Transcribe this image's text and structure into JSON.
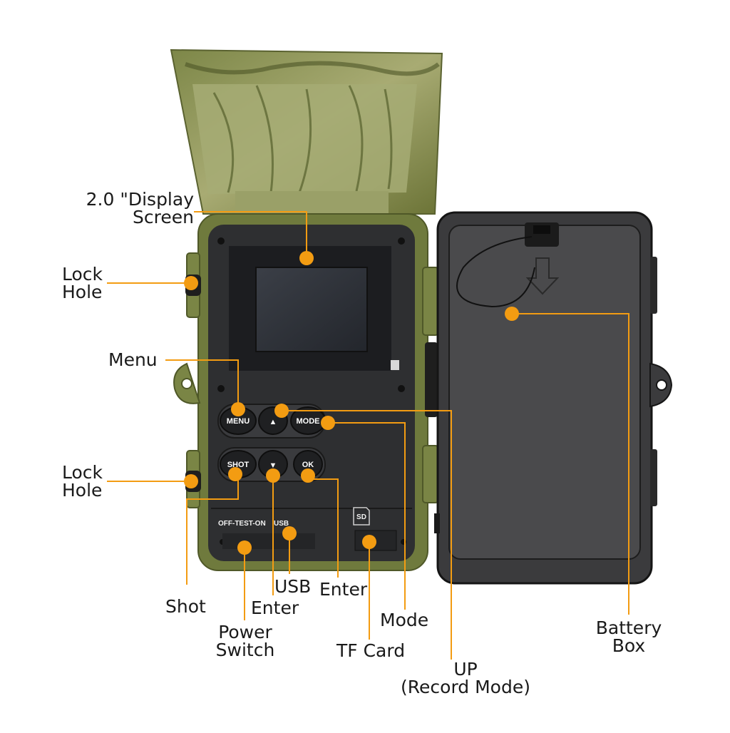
{
  "colors": {
    "accent": "#f39c12",
    "camo_green": "#6f7a3d",
    "housing_black": "#2b2b2b"
  },
  "labels": {
    "display_screen": [
      "2.0 \"Display",
      "Screen"
    ],
    "lock_hole_top": [
      "Lock",
      "Hole"
    ],
    "menu": "Menu",
    "lock_hole_bottom": [
      "Lock",
      "Hole"
    ],
    "shot": "Shot",
    "power_switch": [
      "Power",
      "Switch"
    ],
    "enter_down": "Enter",
    "usb": "USB",
    "enter_ok": "Enter",
    "tf_card": "TF Card",
    "mode": "Mode",
    "up": [
      "UP",
      "(Record Mode)"
    ],
    "battery_box": [
      "Battery",
      "Box"
    ]
  },
  "device": {
    "buttons": {
      "menu": "MENU",
      "up": "▲",
      "mode": "MODE",
      "shot": "SHOT",
      "down": "▼",
      "ok": "OK"
    },
    "switch_label": "OFF-TEST-ON",
    "usb_label": "USB",
    "sd_label": "SD"
  },
  "icons": [
    "lock-hole-icon",
    "arrow-down-icon",
    "sd-card-icon"
  ]
}
